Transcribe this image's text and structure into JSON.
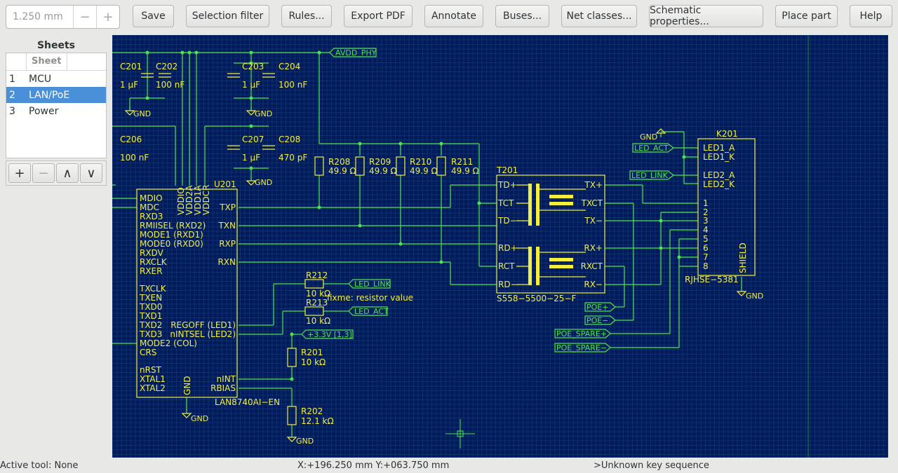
{
  "toolbar": {
    "grid_value": "1.250 mm",
    "minus": "−",
    "plus": "+",
    "buttons": [
      "Save",
      "Selection filter",
      "Rules...",
      "Export PDF",
      "Annotate",
      "Buses...",
      "Net classes...",
      "Schematic properties...",
      "Place part",
      "Help"
    ]
  },
  "sheets": {
    "title": "Sheets",
    "column_header": "Sheet",
    "rows": [
      {
        "num": "1",
        "name": "MCU",
        "selected": false
      },
      {
        "num": "2",
        "name": "LAN/PoE",
        "selected": true
      },
      {
        "num": "3",
        "name": "Power",
        "selected": false
      }
    ],
    "tools": [
      "+",
      "−",
      "∧",
      "∨"
    ]
  },
  "schematic": {
    "colors": {
      "background": "#001b5c",
      "grid": "#10306c",
      "wire": "#4ce64c",
      "symbol": "#f5ee3c",
      "text": "#f5ee3c",
      "label": "#4ce64c",
      "pin_num": "#e0e0e0"
    },
    "net_labels": {
      "avdd": "AVDD_PHY",
      "led_act": "LED_ACT",
      "led_link": "LED_LINK",
      "led_link2": "LED_LINK",
      "led_act2": "LED_ACT",
      "p3v3": "+3.3V [1,3]",
      "poe_p": "POE+",
      "poe_n": "POE−",
      "spare_p": "POE_SPARE+",
      "spare_n": "POE_SPARE−"
    },
    "power": {
      "gnd": "GND"
    },
    "caps": [
      {
        "ref": "C201",
        "val": "1 μF"
      },
      {
        "ref": "C202",
        "val": "100 nF"
      },
      {
        "ref": "C203",
        "val": "1 μF"
      },
      {
        "ref": "C204",
        "val": "100 nF"
      },
      {
        "ref": "C206",
        "val": "100 nF"
      },
      {
        "ref": "C207",
        "val": "1 μF"
      },
      {
        "ref": "C208",
        "val": "470 pF"
      }
    ],
    "resistors": [
      {
        "ref": "R208",
        "val": "49.9 Ω"
      },
      {
        "ref": "R209",
        "val": "49.9 Ω"
      },
      {
        "ref": "R210",
        "val": "49.9 Ω"
      },
      {
        "ref": "R211",
        "val": "49.9 Ω"
      },
      {
        "ref": "R212",
        "val": "10 kΩ"
      },
      {
        "ref": "R213",
        "val": "10 kΩ"
      },
      {
        "ref": "R201",
        "val": "10 kΩ"
      },
      {
        "ref": "R202",
        "val": "12.1 kΩ"
      }
    ],
    "note": "fixme: resistor value",
    "u201": {
      "ref": "U201",
      "value": "LAN8740AI−EN",
      "left_pins": [
        "MDIO",
        "MDC",
        "RXD3",
        "RMIISEL (RXD2)",
        "MODE1 (RXD1)",
        "MODE0 (RXD0)",
        "RXDV",
        "RXCLK",
        "RXER",
        "TXCLK",
        "TXEN",
        "TXD0",
        "TXD1",
        "TXD2",
        "TXD3",
        "MODE2 (COL)",
        "CRS",
        "nRST",
        "XTAL1",
        "XTAL2"
      ],
      "top_pins": [
        "VDDIO",
        "VDD2A",
        "VDD1A",
        "VDDCR"
      ],
      "right_pins": [
        "TXP",
        "TXN",
        "RXP",
        "RXN",
        "REGOFF (LED1)",
        "nINTSEL (LED2)",
        "nINT",
        "RBIAS"
      ],
      "bottom_pin": "GND"
    },
    "t201": {
      "ref": "T201",
      "value": "S558−5500−25−F",
      "left_pins": [
        "TD+",
        "TCT",
        "TD−",
        "RD+",
        "RCT",
        "RD−"
      ],
      "right_pins": [
        "TX+",
        "TXCT",
        "TX−",
        "RX+",
        "RXCT",
        "RX−"
      ]
    },
    "k201": {
      "ref": "K201",
      "value": "RJHSE−5381",
      "led_pins": [
        "LED1_A",
        "LED1_K",
        "LED2_A",
        "LED2_K"
      ],
      "num_pins": [
        "1",
        "2",
        "3",
        "4",
        "5",
        "6",
        "7",
        "8"
      ],
      "shield": "SHIELD"
    }
  },
  "status": {
    "tool": "Active tool: None",
    "coords": "X:+196.250 mm Y:+063.750 mm",
    "message": ">Unknown key sequence"
  }
}
